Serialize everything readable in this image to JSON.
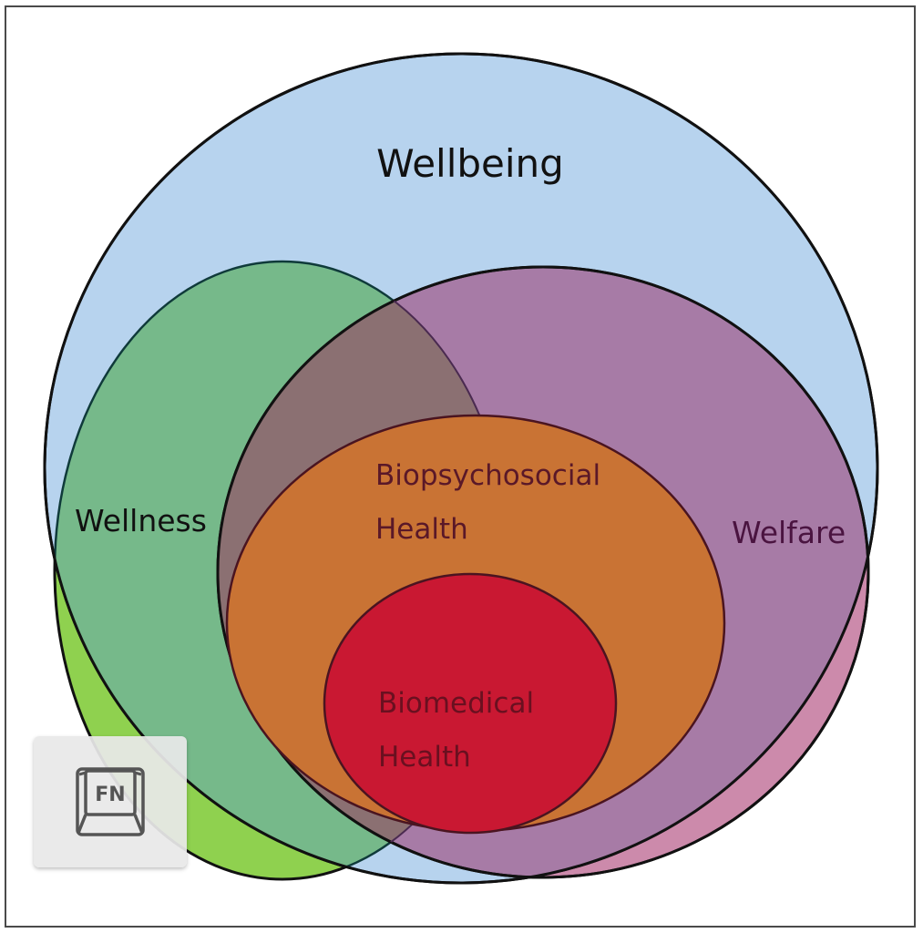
{
  "diagram": {
    "type": "nested-venn",
    "sets": [
      {
        "id": "wellbeing",
        "label": "Wellbeing",
        "fill": "#b7d3ee",
        "stroke": "#111111",
        "text_color": "#111111"
      },
      {
        "id": "wellness",
        "label": "Wellness",
        "fill": "#76b98a",
        "outside_fill": "#8fd14f",
        "stroke": "#111111",
        "text_color": "#111111"
      },
      {
        "id": "welfare",
        "label": "Welfare",
        "fill": "#a77ba6",
        "outside_fill": "#cc8aab",
        "stroke": "#111111",
        "text_color": "#4a1440"
      },
      {
        "id": "wellness-welfare-overlap",
        "label": "",
        "fill": "#8b7072"
      },
      {
        "id": "biopsychosocial",
        "label_lines": [
          "Biopsychosocial",
          "Health"
        ],
        "fill": "#c97334",
        "stroke": "#4a1420",
        "text_color": "#5a1828"
      },
      {
        "id": "biomedical",
        "label_lines": [
          "Biomedical",
          "Health"
        ],
        "fill": "#c91832",
        "stroke": "#4a1420",
        "text_color": "#6a1020"
      }
    ]
  },
  "overlay": {
    "fn_key": {
      "label": "FN",
      "icon": "keyboard-key-icon"
    }
  }
}
